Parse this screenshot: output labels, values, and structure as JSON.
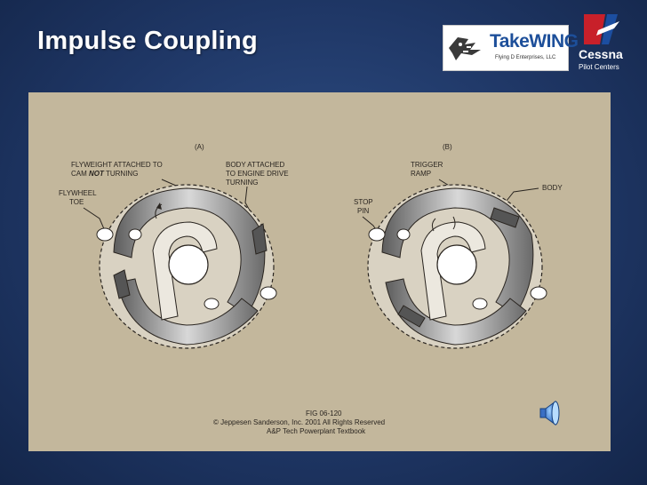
{
  "slide": {
    "title": "Impulse Coupling"
  },
  "logos": {
    "takewing": {
      "name": "TakeWING",
      "subtitle": "Flying D Enterprises, LLC"
    },
    "cessna": {
      "name": "Cessna",
      "subtitle": "Pilot Centers"
    }
  },
  "diagram": {
    "panel_a": {
      "tag": "(A)",
      "labels": {
        "flyweight_1": "FLYWEIGHT ATTACHED TO",
        "flyweight_2_pre": "CAM ",
        "flyweight_2_em": "NOT",
        "flyweight_2_post": " TURNING",
        "body_1": "BODY ATTACHED",
        "body_2": "TO ENGINE DRIVE",
        "body_3": "TURNING",
        "toe_1": "FLYWHEEL",
        "toe_2": "TOE"
      }
    },
    "panel_b": {
      "tag": "(B)",
      "labels": {
        "trigger_1": "TRIGGER",
        "trigger_2": "RAMP",
        "body": "BODY",
        "stop_1": "STOP",
        "stop_2": "PIN"
      }
    },
    "caption": {
      "fig": "FIG 06-120",
      "copyright": "© Jeppesen Sanderson, Inc. 2001 All Rights Reserved",
      "source": "A&P Tech Powerplant Textbook"
    }
  },
  "colors": {
    "background": "#1f3766",
    "panel": "#c3b79c",
    "cessna_red": "#c8202a",
    "cessna_blue": "#1c4ea0"
  },
  "icons": {
    "audio": "speaker-icon"
  }
}
